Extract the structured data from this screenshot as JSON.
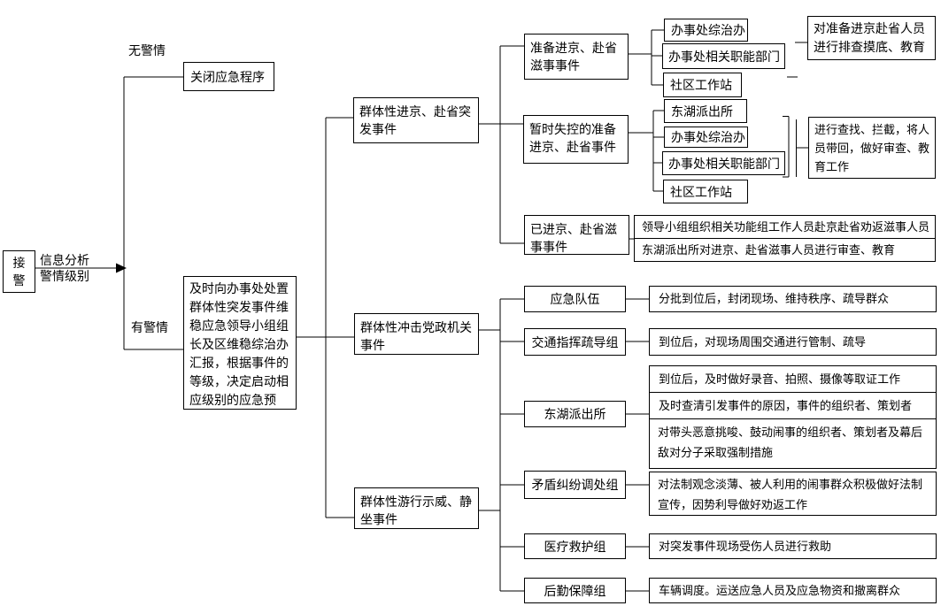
{
  "diagram": {
    "start_label": "接\n警",
    "arrow": {
      "line1": "信息分析",
      "line2": "警情级别"
    },
    "no_alarm_label": "无警情",
    "has_alarm_label": "有警情",
    "close_procedure": "关闭应急程序",
    "report_dispatch": "及时向办事处处置\n群体性突发事件维\n稳应急领导小组组\n长及区维稳综治办\n汇报，根据事件的\n等级，决定启动相\n应级别的应急预",
    "events": {
      "beijing": "群体性进京、赴省突\n发事件",
      "attack": "群体性冲击党政机关\n事件",
      "sit_in": "群体性游行示威、静\n坐事件"
    },
    "beijing_branch": {
      "prepare": "准备进京、赴省\n滋事事件",
      "out_of_control": "暂时失控的准备\n进京、赴省事件",
      "already": "已进京、赴省滋\n事事件",
      "prepare_units": {
        "zongzhiban": "办事处综治办",
        "functional_depts": "办事处相关职能部门",
        "community_station": "社区工作站"
      },
      "control_units": {
        "police_station": "东湖派出所",
        "zongzhiban": "办事处综治办",
        "functional_depts": "办事处相关职能部门",
        "community_station": "社区工作站"
      },
      "prepare_action": "对准备进京赴省人员\n进行排查摸底、教育",
      "control_action": "进行查找、拦截，将人\n员带回，做好审查、教\n育工作",
      "already_action_1": "领导小组组织相关功能组工作人员赴京赴省劝返滋事人员",
      "already_action_2": "东湖派出所对进京、赴省滋事人员进行审查、教育"
    },
    "response_groups": {
      "emergency_team": {
        "name": "应急队伍",
        "task": "分批到位后，封闭现场、维持秩序、疏导群众"
      },
      "traffic_group": {
        "name": "交通指挥疏导组",
        "task": "到位后，对现场周围交通进行管制、疏导"
      },
      "police_station": {
        "name": "东湖派出所",
        "task1": "到位后，及时做好录音、拍照、摄像等取证工作",
        "task2": "及时查清引发事件的原因，事件的组织者、策划者",
        "task3": "对带头恶意挑唆、鼓动闹事的组织者、策划者及幕后\n敌对分子采取强制措施"
      },
      "mediation_group": {
        "name": "矛盾纠纷调处组",
        "task": "对法制观念淡薄、被人利用的闹事群众积极做好法制\n宣传，因势利导做好劝返工作"
      },
      "medical_group": {
        "name": "医疗救护组",
        "task": "对突发事件现场受伤人员进行救助"
      },
      "logistics_group": {
        "name": "后勤保障组",
        "task": "车辆调度。运送应急人员及应急物资和撤离群众"
      }
    }
  }
}
